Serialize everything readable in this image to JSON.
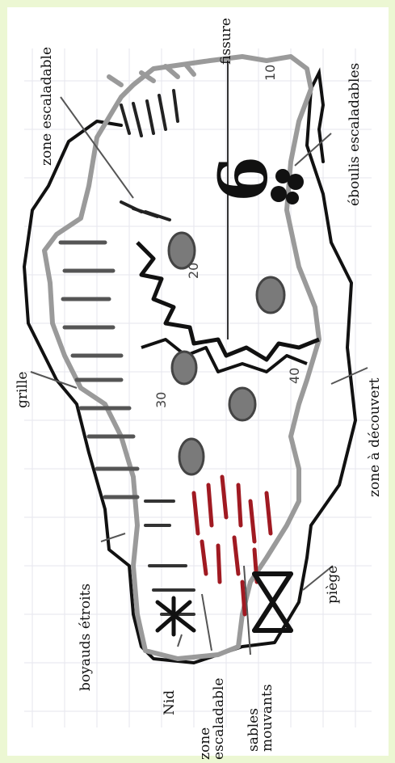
{
  "map": {
    "room_number": "6",
    "labels": {
      "zone_escaladable_top": "zone escaladable",
      "fissure": "fissure",
      "eboulis": "éboulis escaladables",
      "grille": "grille",
      "zone_a_decouvert": "zone à découvert",
      "boyauds": "boyauds étroits",
      "piege": "piège",
      "nid": "Nid",
      "zone_escaladable_bottom_1": "zone",
      "zone_escaladable_bottom_2": "escaladable",
      "sables_1": "sables",
      "sables_2": "mouvants"
    },
    "egg_marks": [
      "10",
      "20",
      "30",
      "40"
    ],
    "colors": {
      "background": "#ecf7d3",
      "outline": "#111111",
      "inner_wall": "#9a9a9a",
      "quicksand": "#a01a22",
      "egg": "#7a7a7a"
    }
  }
}
